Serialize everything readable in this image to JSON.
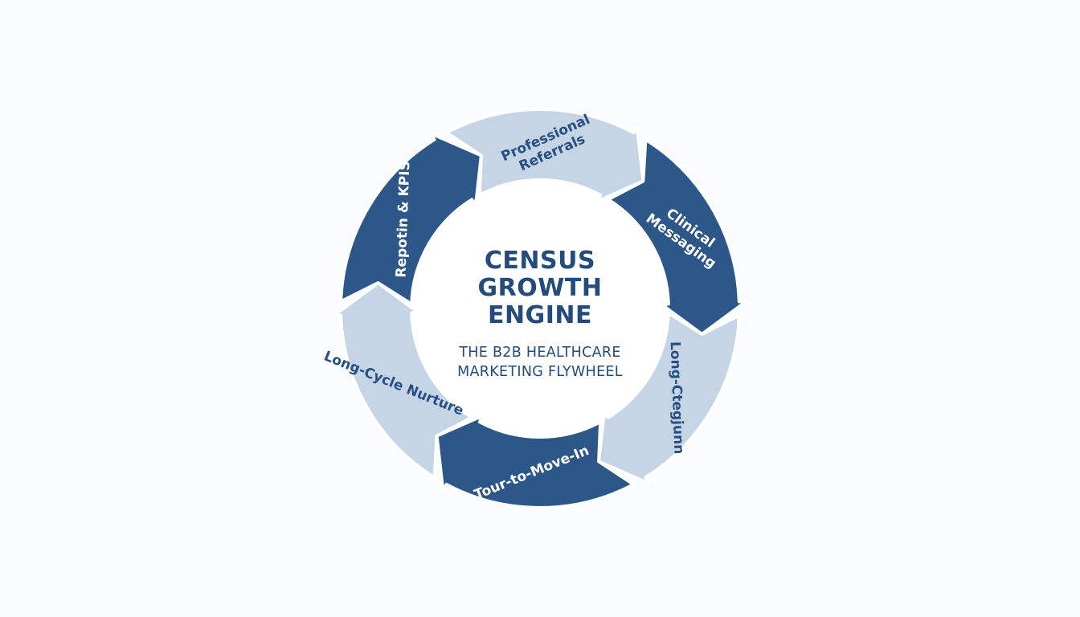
{
  "diagram": {
    "center": {
      "title_lines": [
        "CENSUS",
        "GROWTH",
        "ENGINE"
      ],
      "subtitle_lines": [
        "THE B2B HEALTHCARE",
        "MARKETING FLYWHEEL"
      ]
    },
    "segments": [
      {
        "lines": [
          "Professional",
          "Referrals"
        ],
        "tone": "light"
      },
      {
        "lines": [
          "Clinical",
          "Messaging"
        ],
        "tone": "dark"
      },
      {
        "lines": [
          "Long-Ctegjunn"
        ],
        "tone": "light"
      },
      {
        "lines": [
          "Tour-to-Move-In"
        ],
        "tone": "dark"
      },
      {
        "lines": [
          "Long-Cycle Nurture"
        ],
        "tone": "light"
      },
      {
        "lines": [
          "Repotin & KPIS"
        ],
        "tone": "dark"
      }
    ],
    "colors": {
      "dark": "#2d5788",
      "light": "#c6d5e6",
      "text_dark_bg": "#ffffff",
      "text_light_bg": "#274f80",
      "center_text": "#234b7c",
      "background": "#fbfcfd"
    }
  }
}
